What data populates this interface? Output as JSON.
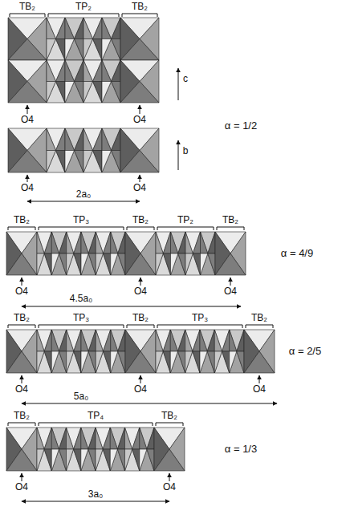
{
  "diagram": {
    "labels": [
      "TB₂",
      "TP₂",
      "TB₂",
      "c",
      "O4",
      "O4",
      "α = 1/2",
      "b",
      "O4",
      "O4",
      "2a₀",
      "TB₂",
      "TP₃",
      "TB₂",
      "TP₂",
      "TB₂",
      "α = 4/9",
      "O4",
      "O4",
      "O4",
      "4.5a₀",
      "TB₂",
      "TP₃",
      "TB₂",
      "TP₃",
      "TB₂",
      "α = 2/5",
      "O4",
      "O4",
      "O4",
      "5a₀",
      "TB₂",
      "TP₄",
      "TB₂",
      "α = 1/3",
      "O4",
      "O4",
      "3a₀"
    ]
  }
}
